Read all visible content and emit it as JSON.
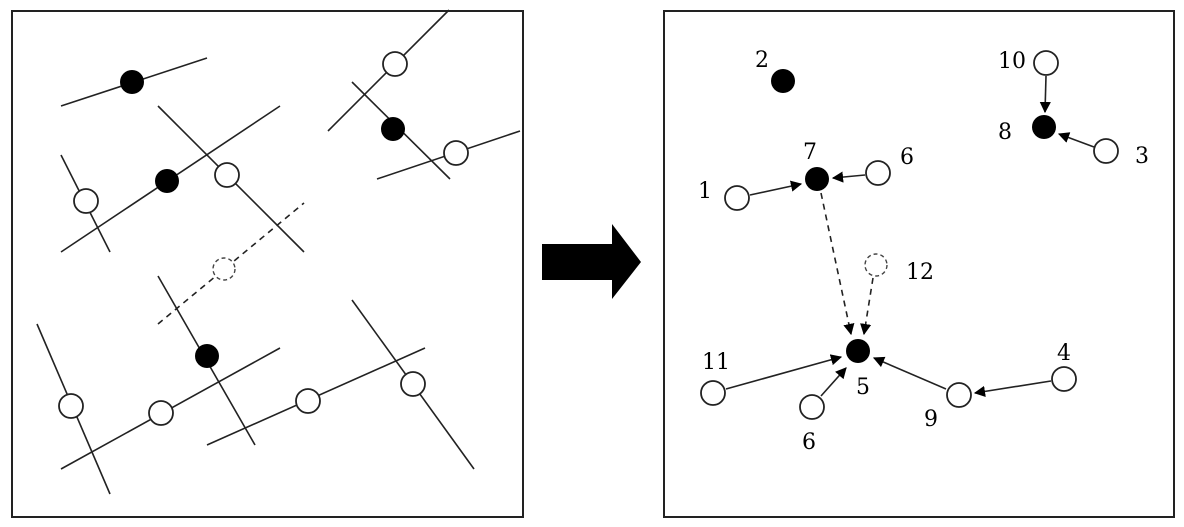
{
  "diagram": {
    "left_panel": {
      "filled_points": 4,
      "open_points": 8,
      "dashed_points": 1
    },
    "transition_arrow": "right-arrow",
    "right_panel": {
      "nodes": {
        "n1": "1",
        "n2": "2",
        "n3": "3",
        "n4": "4",
        "n5": "5",
        "n6a": "6",
        "n6b": "6",
        "n7": "7",
        "n8": "8",
        "n9": "9",
        "n10": "10",
        "n11": "11",
        "n12": "12"
      },
      "edges": [
        {
          "from": "10",
          "to": "8",
          "style": "solid"
        },
        {
          "from": "3",
          "to": "8",
          "style": "solid"
        },
        {
          "from": "1",
          "to": "7",
          "style": "solid"
        },
        {
          "from": "6",
          "to": "7",
          "style": "solid"
        },
        {
          "from": "7",
          "to": "5",
          "style": "dashed"
        },
        {
          "from": "12",
          "to": "5",
          "style": "dashed"
        },
        {
          "from": "11",
          "to": "5",
          "style": "solid"
        },
        {
          "from": "6",
          "to": "5",
          "style": "solid"
        },
        {
          "from": "9",
          "to": "5",
          "style": "solid"
        },
        {
          "from": "4",
          "to": "9",
          "style": "solid"
        }
      ],
      "filled_nodes": [
        "2",
        "5",
        "7",
        "8"
      ],
      "dashed_nodes": [
        "12"
      ]
    }
  }
}
